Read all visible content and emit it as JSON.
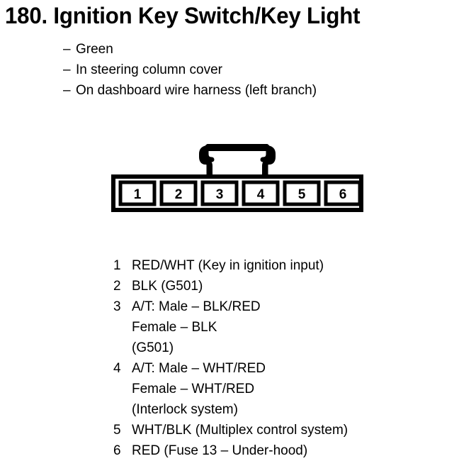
{
  "title": "180. Ignition Key Switch/Key Light",
  "descriptions": [
    {
      "dash": "–",
      "text": "Green"
    },
    {
      "dash": "–",
      "text": "In steering column cover"
    },
    {
      "dash": "–",
      "text": "On dashboard wire harness (left branch)"
    }
  ],
  "connector": {
    "label": "6-pin connector",
    "cavities": [
      "1",
      "2",
      "3",
      "4",
      "5",
      "6"
    ],
    "latch": "locking-tab"
  },
  "pins": [
    {
      "number": "1",
      "lines": [
        "RED/WHT (Key in ignition input)"
      ]
    },
    {
      "number": "2",
      "lines": [
        "BLK (G501)"
      ]
    },
    {
      "number": "3",
      "lines": [
        "A/T: Male – BLK/RED",
        "Female – BLK",
        "(G501)"
      ]
    },
    {
      "number": "4",
      "lines": [
        "A/T: Male – WHT/RED",
        "Female – WHT/RED",
        "(Interlock system)"
      ]
    },
    {
      "number": "5",
      "lines": [
        "WHT/BLK (Multiplex control system)"
      ]
    },
    {
      "number": "6",
      "lines": [
        "RED (Fuse 13 – Under-hood)"
      ]
    }
  ],
  "colors": {
    "ink": "#000000",
    "paper": "#ffffff"
  }
}
